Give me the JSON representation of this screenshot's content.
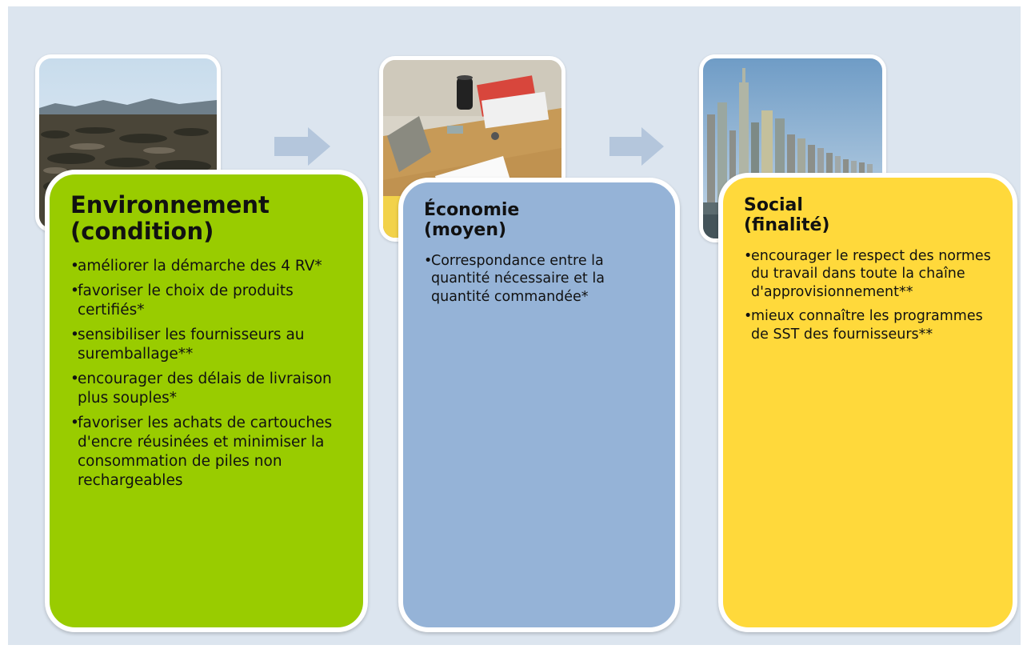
{
  "columns": [
    {
      "key": "environnement",
      "title_line1": "Environnement",
      "title_line2": "(condition)",
      "bullets": [
        "améliorer la démarche des 4 RV*",
        "favoriser le choix de produits certifiés*",
        "sensibiliser les fournisseurs au suremballage**",
        "encourager des délais de livraison plus souples*",
        "favoriser les achats de cartouches d'encre réusinées et minimiser la consommation de piles non rechargeables"
      ],
      "color": "#99cc00"
    },
    {
      "key": "economie",
      "title_line1": "Économie",
      "title_line2": "(moyen)",
      "bullets": [
        "Correspondance entre la quantité nécessaire et la quantité commandée*"
      ],
      "color": "#95b3d7"
    },
    {
      "key": "social",
      "title_line1": "Social",
      "title_line2": "(finalité)",
      "bullets": [
        " encourager le respect des normes du travail dans toute la chaîne d'approvisionnement**",
        "mieux connaître les programmes de SST des fournisseurs**"
      ],
      "color": "#ffd93b"
    }
  ],
  "colors": {
    "background": "#dce5ef",
    "arrow": "#b4c6dc",
    "card_border": "#ffffff"
  },
  "icons": [
    "forest-landscape-photo",
    "desk-office-photo",
    "city-skyline-photo",
    "right-arrow-icon"
  ]
}
